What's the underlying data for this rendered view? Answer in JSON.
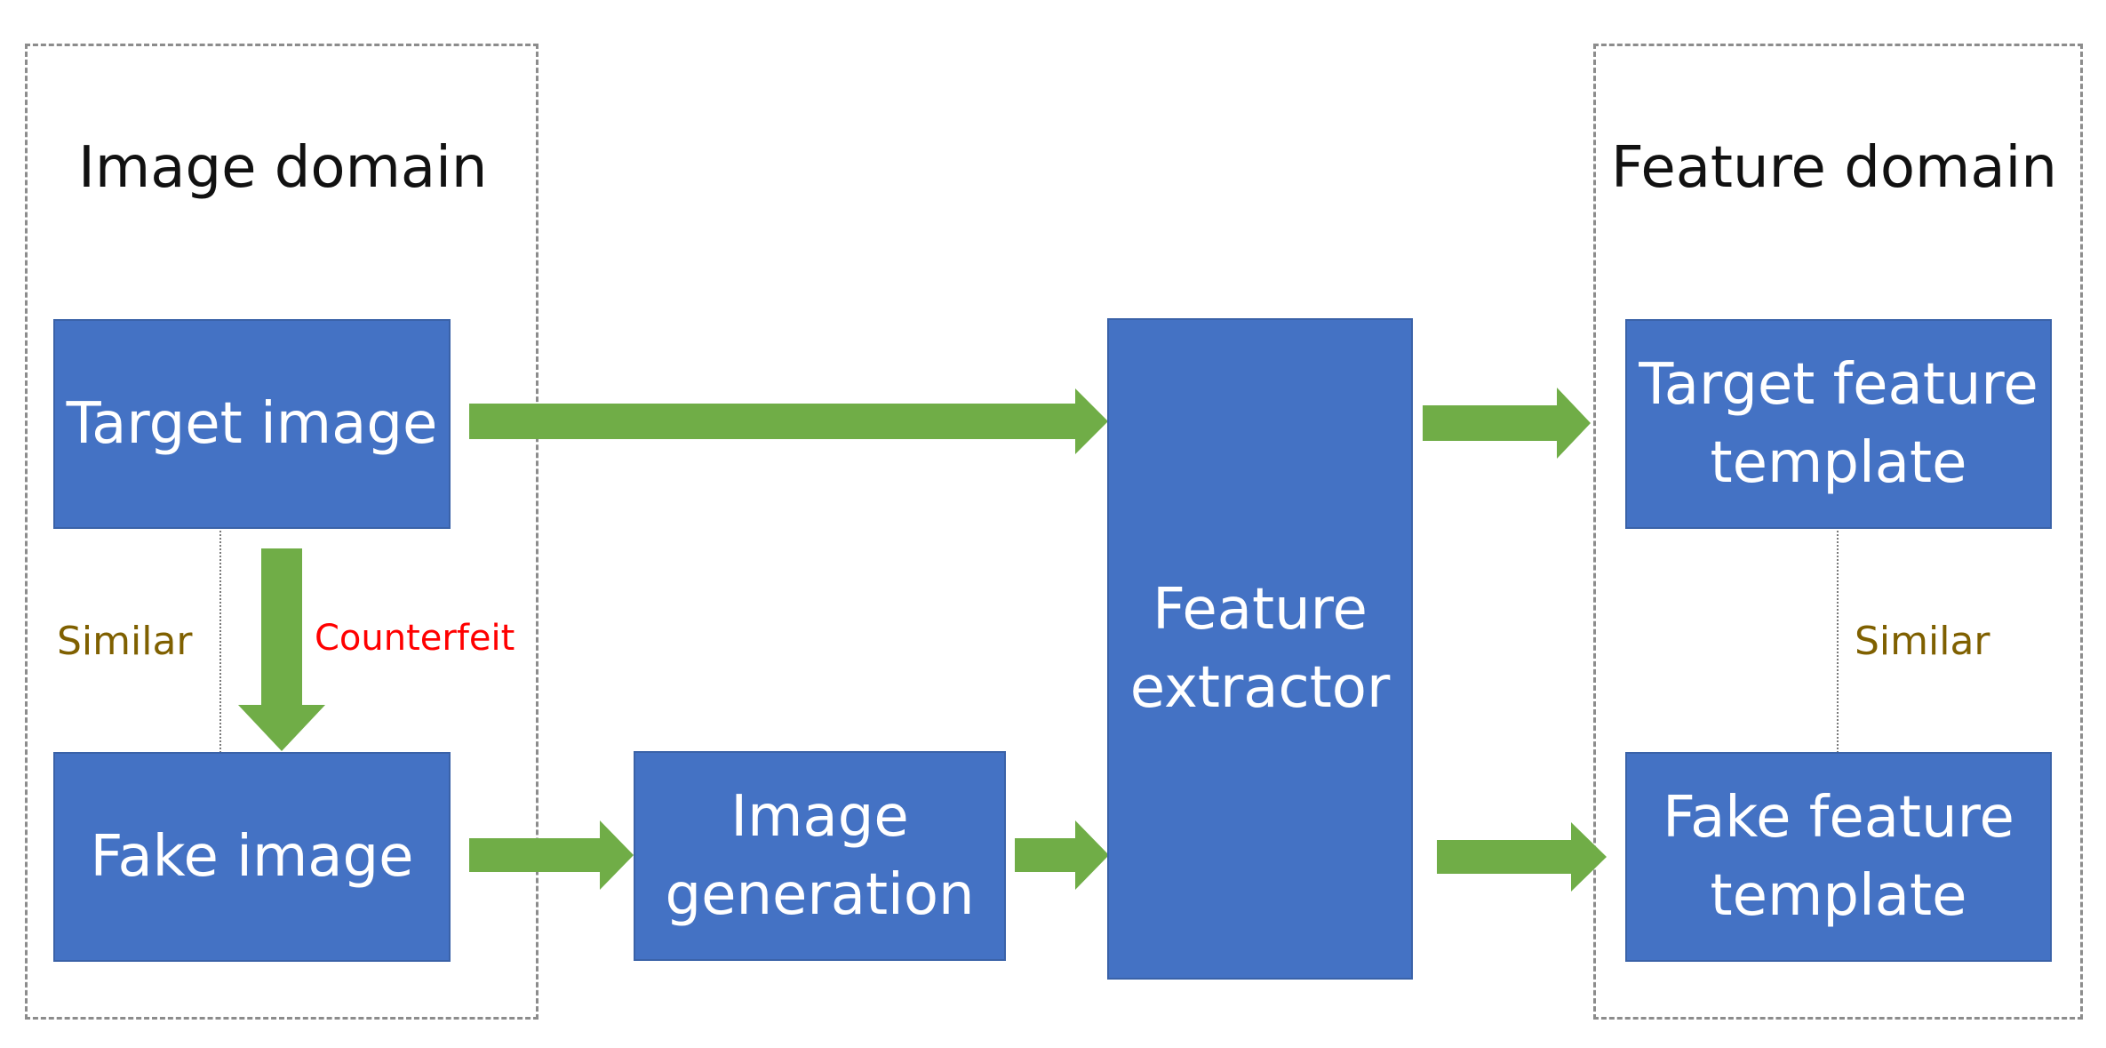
{
  "regions": {
    "image_domain": {
      "title": "Image domain"
    },
    "feature_domain": {
      "title": "Feature domain"
    }
  },
  "boxes": {
    "target_image": {
      "lines": [
        "Target image"
      ]
    },
    "fake_image": {
      "lines": [
        "Fake image"
      ]
    },
    "image_generation": {
      "lines": [
        "Image",
        "generation"
      ]
    },
    "feature_extractor": {
      "lines": [
        "Feature",
        "extractor"
      ]
    },
    "target_feature_template": {
      "lines": [
        "Target feature",
        "template"
      ]
    },
    "fake_feature_template": {
      "lines": [
        "Fake feature",
        "template"
      ]
    }
  },
  "notes": {
    "similar_left": "Similar",
    "counterfeit": "Counterfeit",
    "similar_right": "Similar"
  },
  "colors": {
    "box_fill": "#4472c4",
    "arrow_fill": "#70ad47",
    "similar_text": "#7f6000",
    "counterfeit_text": "#ff0000",
    "region_border": "#8c8c8c"
  },
  "arrows": [
    {
      "from": "target_image",
      "to": "feature_extractor"
    },
    {
      "from": "target_image",
      "to": "fake_image",
      "label": "Counterfeit"
    },
    {
      "from": "fake_image",
      "to": "image_generation"
    },
    {
      "from": "image_generation",
      "to": "feature_extractor"
    },
    {
      "from": "feature_extractor",
      "to": "target_feature_template"
    },
    {
      "from": "feature_extractor",
      "to": "fake_feature_template"
    }
  ]
}
